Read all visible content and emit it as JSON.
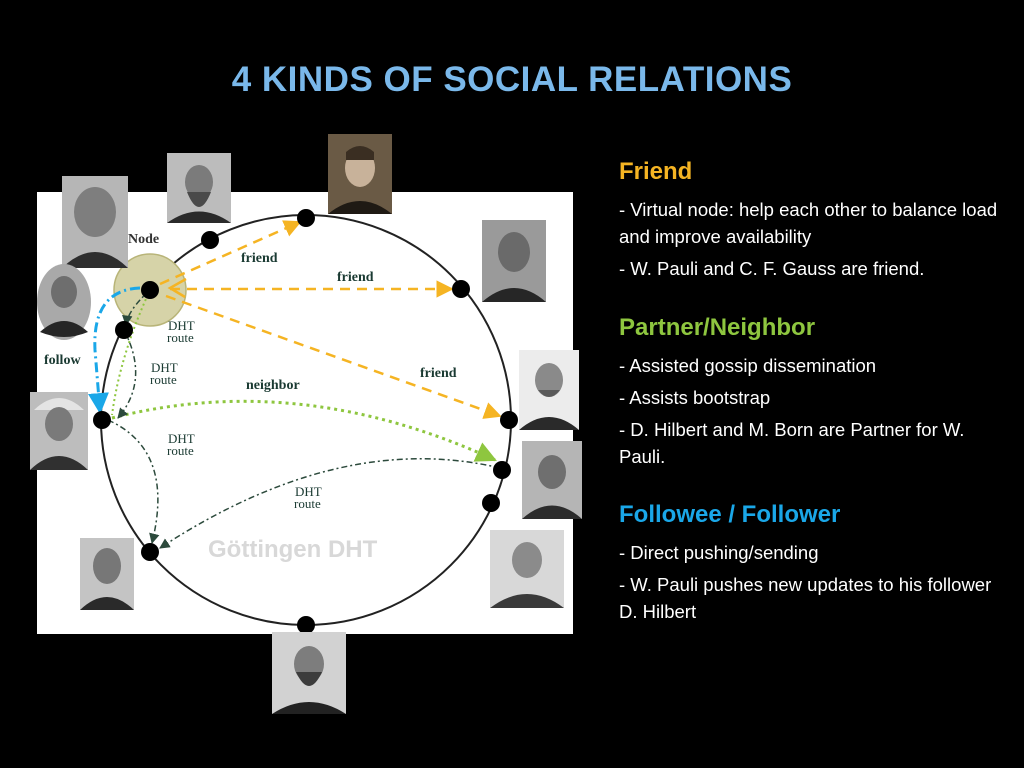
{
  "title": "4 KINDS OF SOCIAL RELATIONS",
  "diagram": {
    "labels": {
      "node": "Node",
      "follow": "follow",
      "friend": "friend",
      "neighbor": "neighbor",
      "dht": "DHT",
      "route": "route",
      "ring": "Göttingen DHT"
    }
  },
  "legend": {
    "friend": {
      "title": "Friend",
      "lines": [
        "- Virtual node: help each other to balance load and improve availability",
        "- W. Pauli and C. F. Gauss are friend."
      ]
    },
    "partner": {
      "title": "Partner/Neighbor",
      "lines": [
        "- Assisted gossip dissemination",
        "- Assists bootstrap",
        "- D. Hilbert and M. Born are Partner for W. Pauli."
      ]
    },
    "follow": {
      "title": "Followee / Follower",
      "lines": [
        "- Direct pushing/sending",
        "- W. Pauli pushes new updates to his follower D. Hilbert"
      ]
    }
  },
  "colors": {
    "friend": "#f5b423",
    "neighbor": "#8ec63f",
    "follow": "#1aa7e8",
    "title": "#7ab8ea"
  }
}
